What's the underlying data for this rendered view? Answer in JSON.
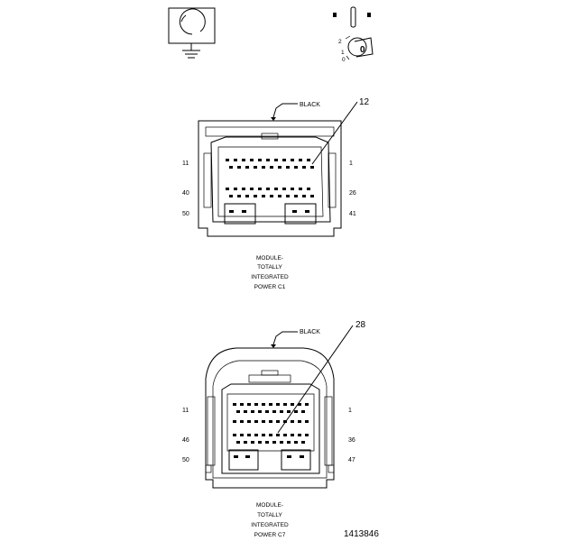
{
  "connector_top": {
    "color_label": "BLACK",
    "callout": "12",
    "pin_labels": {
      "top_left": "11",
      "top_right": "1",
      "mid_left": "40",
      "mid_right": "26",
      "bottom_left": "50",
      "bottom_right": "41"
    },
    "caption": [
      "MODULE-",
      "TOTALLY",
      "INTEGRATED",
      "POWER C1"
    ]
  },
  "connector_bottom": {
    "color_label": "BLACK",
    "callout": "28",
    "pin_labels": {
      "top_left": "11",
      "top_right": "1",
      "mid_left": "46",
      "mid_right": "36",
      "bottom_left": "50",
      "bottom_right": "47"
    },
    "caption": [
      "MODULE-",
      "TOTALLY",
      "INTEGRATED",
      "POWER C7"
    ]
  },
  "figure_number": "1413846",
  "icons": [
    "ground-symbol-icon",
    "ignition-switch-icon"
  ]
}
